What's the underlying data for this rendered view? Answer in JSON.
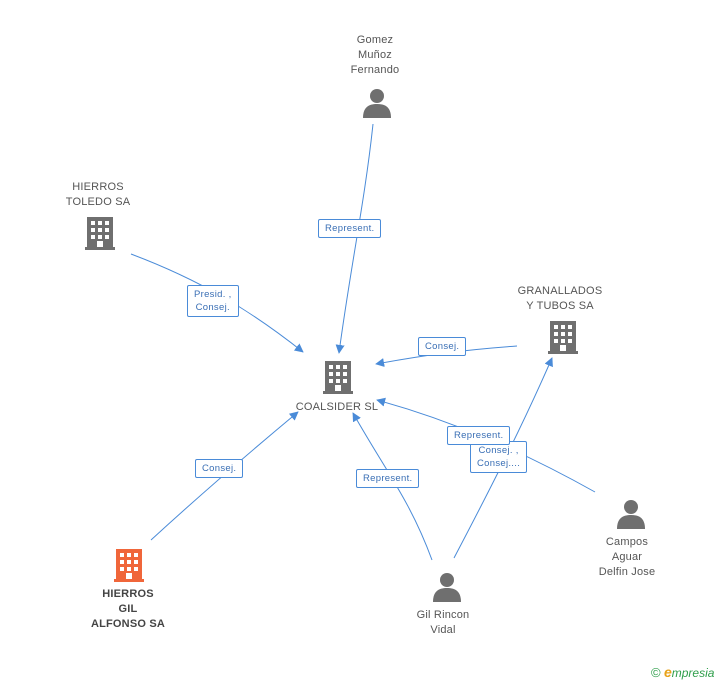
{
  "colors": {
    "edge": "#4a8bd8",
    "building": "#6f6f6f",
    "building_highlight": "#f0663a",
    "person": "#6f6f6f"
  },
  "nodes": {
    "coalsider": {
      "lines": [
        "COALSIDER SL"
      ],
      "icon": "building-icon"
    },
    "gomez": {
      "lines": [
        "Gomez",
        "Muñoz",
        "Fernando"
      ],
      "icon": "person-icon"
    },
    "hierros_toledo": {
      "lines": [
        "HIERROS",
        "TOLEDO SA"
      ],
      "icon": "building-icon"
    },
    "granallados": {
      "lines": [
        "GRANALLADOS",
        "Y TUBOS SA"
      ],
      "icon": "building-icon"
    },
    "hierros_gil": {
      "lines": [
        "HIERROS",
        "GIL",
        "ALFONSO SA"
      ],
      "icon": "building-icon"
    },
    "campos": {
      "lines": [
        "Campos",
        "Aguar",
        "Delfin Jose"
      ],
      "icon": "person-icon"
    },
    "gil_rincon": {
      "lines": [
        "Gil Rincon",
        "Vidal"
      ],
      "icon": "person-icon"
    }
  },
  "edges": {
    "gomez_represent": [
      "Represent."
    ],
    "toledo_presid": [
      "Presid. ,",
      "Consej."
    ],
    "granallados_consej": [
      "Consej."
    ],
    "hierros_gil_consej": [
      "Consej."
    ],
    "gilrincon_represent": [
      "Represent."
    ],
    "campos_represent": [
      "Represent."
    ],
    "gilrincon_consej_multi": [
      "Consej. ,",
      "Consej...."
    ]
  },
  "brand": {
    "copyright": "©",
    "initial": "e",
    "rest": "mpresia"
  }
}
